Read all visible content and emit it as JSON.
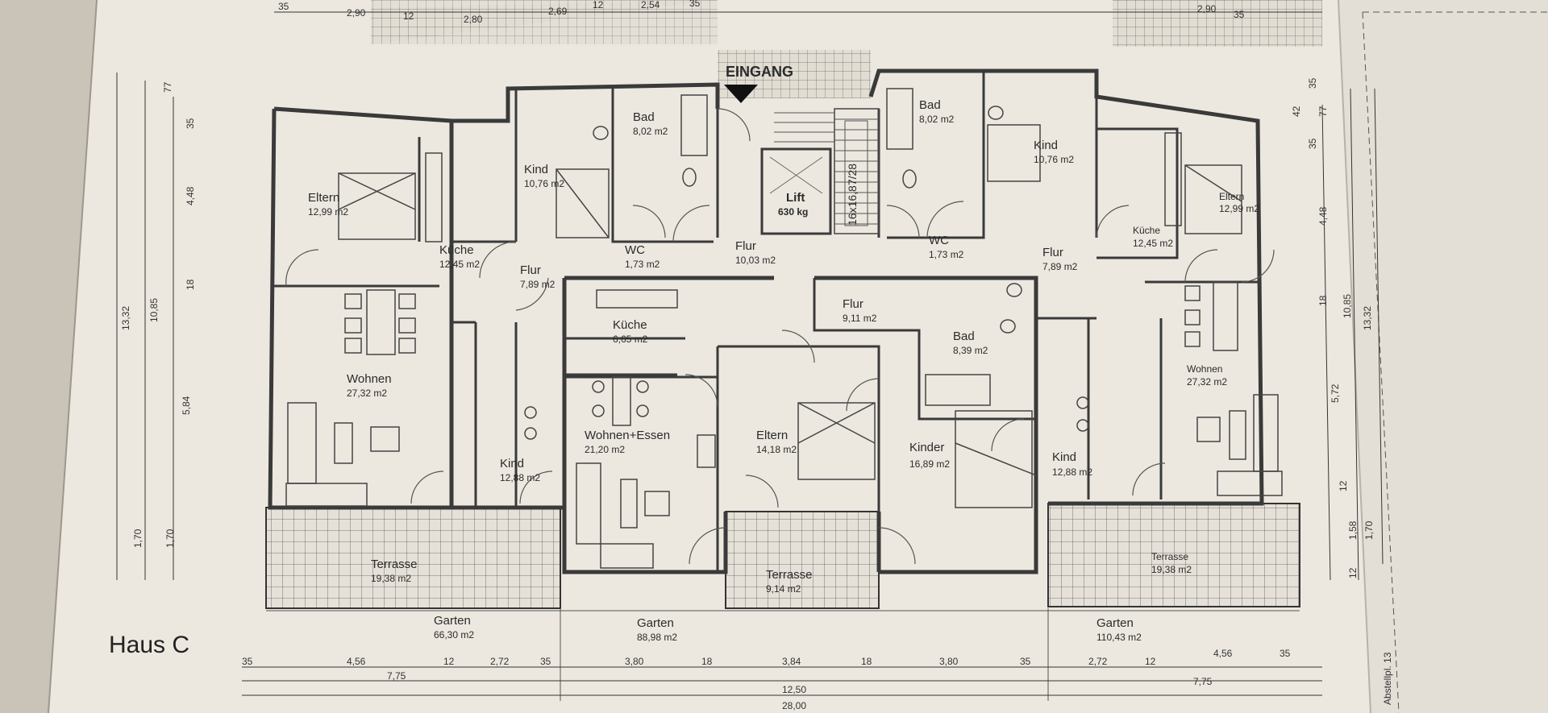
{
  "sheet": {
    "title": "Haus  C",
    "entrance": "EINGANG",
    "side_label": "Abstellpl. 13"
  },
  "rooms": [
    {
      "name": "Eltern",
      "area": "12,99 m2"
    },
    {
      "name": "Küche",
      "area": "12,45 m2"
    },
    {
      "name": "Kind",
      "area": "10,76 m2"
    },
    {
      "name": "Bad",
      "area": "8,02 m2"
    },
    {
      "name": "Flur",
      "area": "7,89 m2"
    },
    {
      "name": "WC",
      "area": "1,73 m2"
    },
    {
      "name": "Wohnen",
      "area": "27,32 m2"
    },
    {
      "name": "Kind",
      "area": "12,88 m2"
    },
    {
      "name": "Terrasse",
      "area": "19,38 m2"
    },
    {
      "name": "Garten",
      "area": "66,30 m2"
    },
    {
      "name": "Lift",
      "area": "630 kg"
    },
    {
      "name": "Flur",
      "area": "10,03 m2"
    },
    {
      "name": "Küche",
      "area": "6,65 m2"
    },
    {
      "name": "Flur",
      "area": "9,11 m2"
    },
    {
      "name": "Bad",
      "area": "8,39 m2"
    },
    {
      "name": "Wohnen+Essen",
      "area": "21,20 m2"
    },
    {
      "name": "Eltern",
      "area": "14,18 m2"
    },
    {
      "name": "Kinder",
      "area": "16,89 m2"
    },
    {
      "name": "Terrasse",
      "area": "9,14 m2"
    },
    {
      "name": "Garten",
      "area": "88,98 m2"
    },
    {
      "name": "Bad",
      "area": "8,02 m2"
    },
    {
      "name": "Kind",
      "area": "10,76 m2"
    },
    {
      "name": "WC",
      "area": "1,73 m2"
    },
    {
      "name": "Flur",
      "area": "7,89 m2"
    },
    {
      "name": "Küche",
      "area": "12,45 m2"
    },
    {
      "name": "Eltern",
      "area": "12,99 m2"
    },
    {
      "name": "Wohnen",
      "area": "27,32 m2"
    },
    {
      "name": "Kind",
      "area": "12,88 m2"
    },
    {
      "name": "Terrasse",
      "area": "19,38 m2"
    },
    {
      "name": "Garten",
      "area": "110,43 m2"
    }
  ],
  "stair_label": "16x16,87/28",
  "dims_bottom_row1": [
    "35",
    "4,56",
    "12",
    "2,72",
    "35",
    "3,80",
    "18",
    "3,84",
    "18",
    "3,80",
    "35",
    "2,72",
    "12",
    "4,56",
    "35"
  ],
  "dims_bottom_row2": [
    "7,75",
    "12,50",
    "7,75"
  ],
  "dims_bottom_row3": [
    "28,00"
  ],
  "dims_top": [
    "35",
    "2,90",
    "12",
    "2,80",
    "2,69",
    "12",
    "2,54",
    "35",
    "2,90",
    "35"
  ],
  "dims_left": [
    "13,32",
    "10,85",
    "77",
    "35",
    "4,48",
    "18",
    "5,84",
    "1,70",
    "1,70"
  ],
  "dims_right": [
    "35",
    "42",
    "77",
    "35",
    "4,48",
    "18",
    "10,85",
    "13,32",
    "5,72",
    "12",
    "1,58",
    "1,70",
    "12"
  ]
}
